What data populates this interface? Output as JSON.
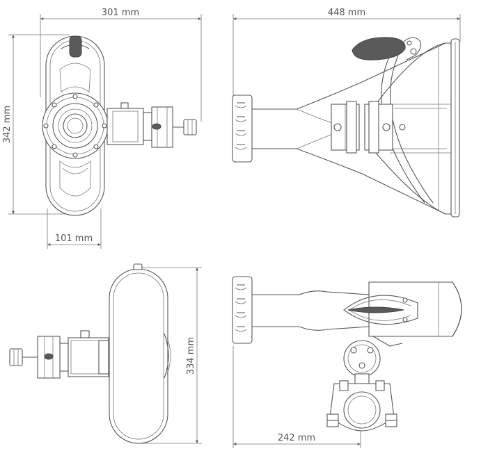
{
  "dimensions": {
    "top_width": "301 mm",
    "side_length": "448 mm",
    "height": "342 mm",
    "base_width": "101 mm",
    "bottom_height": "334 mm",
    "bottom_width": "242 mm"
  },
  "colors": {
    "line": "#555555",
    "grip": "#5a5a5a",
    "background": "#ffffff"
  }
}
